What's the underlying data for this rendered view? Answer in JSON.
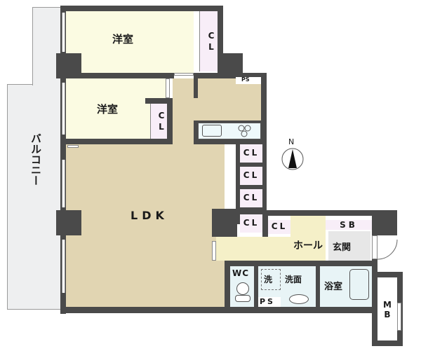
{
  "floorplan": {
    "rooms": {
      "bedroom_north": "洋室",
      "bedroom_middle": "洋室",
      "ldk": "LDK",
      "balcony": "バルコニー",
      "hall": "ホール",
      "entrance": "玄関",
      "bath": "浴室",
      "washroom": "洗面",
      "washer": "洗",
      "toilet": "WC",
      "shoe_box": "SB",
      "meter_box": "MB",
      "pipe_space_top": "PS",
      "pipe_space_bottom": "PS"
    },
    "closets": {
      "bedroom_north_cl": "CL",
      "bedroom_middle_cl": "CL",
      "ldk_cl_1": "CL",
      "ldk_cl_2": "CL",
      "ldk_cl_3": "CL",
      "ldk_cl_4": "CL",
      "hall_cl": "CL"
    },
    "compass": {
      "label": "N"
    },
    "colors": {
      "wall": "#4a4a4a",
      "bedroom": "#fbfbe2",
      "ldk": "#e1d5b2",
      "closet": "#f8eef8",
      "hall": "#f5f0c8",
      "entrance": "#e7e7e7",
      "wet_area": "#e8f4f6",
      "balcony": "#eeeff0"
    }
  }
}
